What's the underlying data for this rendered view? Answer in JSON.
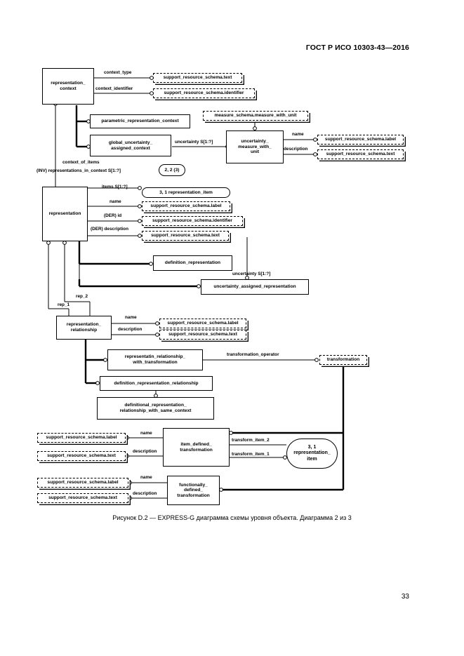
{
  "header": {
    "title": "ГОСТ Р ИСО 10303-43—2016"
  },
  "caption": "Рисунок D.2 — EXPRESS-G диаграмма схемы уровня объекта. Диаграмма 2 из 3",
  "page_number": "33",
  "boxes": {
    "representation_context": "representation_\ncontext",
    "src_text_1": "support_resource_schema.text",
    "src_identifier_1": "support_resource_schema.identifier",
    "parametric_context": "parametric_representation_context",
    "global_uncertainty": "global_uncertainty_\nassigned_context",
    "measure_with_unit": "measure_schema.measure_with_unit",
    "uncertainty_measure": "uncertainty_\nmeasure_with_\nunit",
    "src_label_2": "support_resource_schema.label",
    "src_text_2": "support_resource_schema.text",
    "pageref_2_2": "2, 2 (3)",
    "representation": "representation",
    "rep_item_ref": "3, 1 representation_item",
    "src_label_3": "support_resource_schema.label",
    "src_identifier_3": "support_resource_schema.identifier",
    "src_text_3": "support_resource_schema.text",
    "definition_representation": "definition_representation",
    "uncertainty_assigned_representation": "uncertainty_assigned_representation",
    "representation_relationship": "representation_\nrelationship",
    "src_label_4": "support_resource_schema.label",
    "src_text_4": "support_resource_schema.text",
    "rr_with_transformation": "representatin_relationship_\nwith_transformation",
    "transformation": "transformation",
    "definition_rr": "definition_representation_relationship",
    "definitional_rr": "definitional_representation_\nrelationship_with_same_context",
    "src_label_5": "support_resource_schema.label",
    "src_text_5": "support_resource_schema.text",
    "item_defined_transformation": "item_defined_\ntransformation",
    "rep_item_ref_2": "3, 1\nrepresentation_\nitem",
    "src_label_6": "support_resource_schema.label",
    "src_text_6": "support_resource_schema.text",
    "functionally_defined": "functionally_\ndefined_\ntransformation"
  },
  "labels": {
    "context_type": "context_type",
    "context_identifier": "context_identifier",
    "uncertainty_s": "uncertainty S[1:?]",
    "name_um": "name",
    "description_um": "description",
    "context_of_items": "context_of_items",
    "inv_rep": "(INV) representations_in_context S[1:?]",
    "items": "items S[1:?]",
    "name_rep": "name",
    "der_id": "(DER) id",
    "der_description": "(DER) description",
    "uncertainty_s2": "uncertainty S[1:?]",
    "rep_2": "rep_2",
    "rep_1": "rep_1",
    "name_rr": "name",
    "description_rr": "description",
    "transformation_operator": "transformation_operator",
    "name_idt": "name",
    "description_idt": "description",
    "transform_item_2": "transform_item_2",
    "transform_item_1": "transform_item_1",
    "name_fdt": "name",
    "description_fdt": "description"
  }
}
